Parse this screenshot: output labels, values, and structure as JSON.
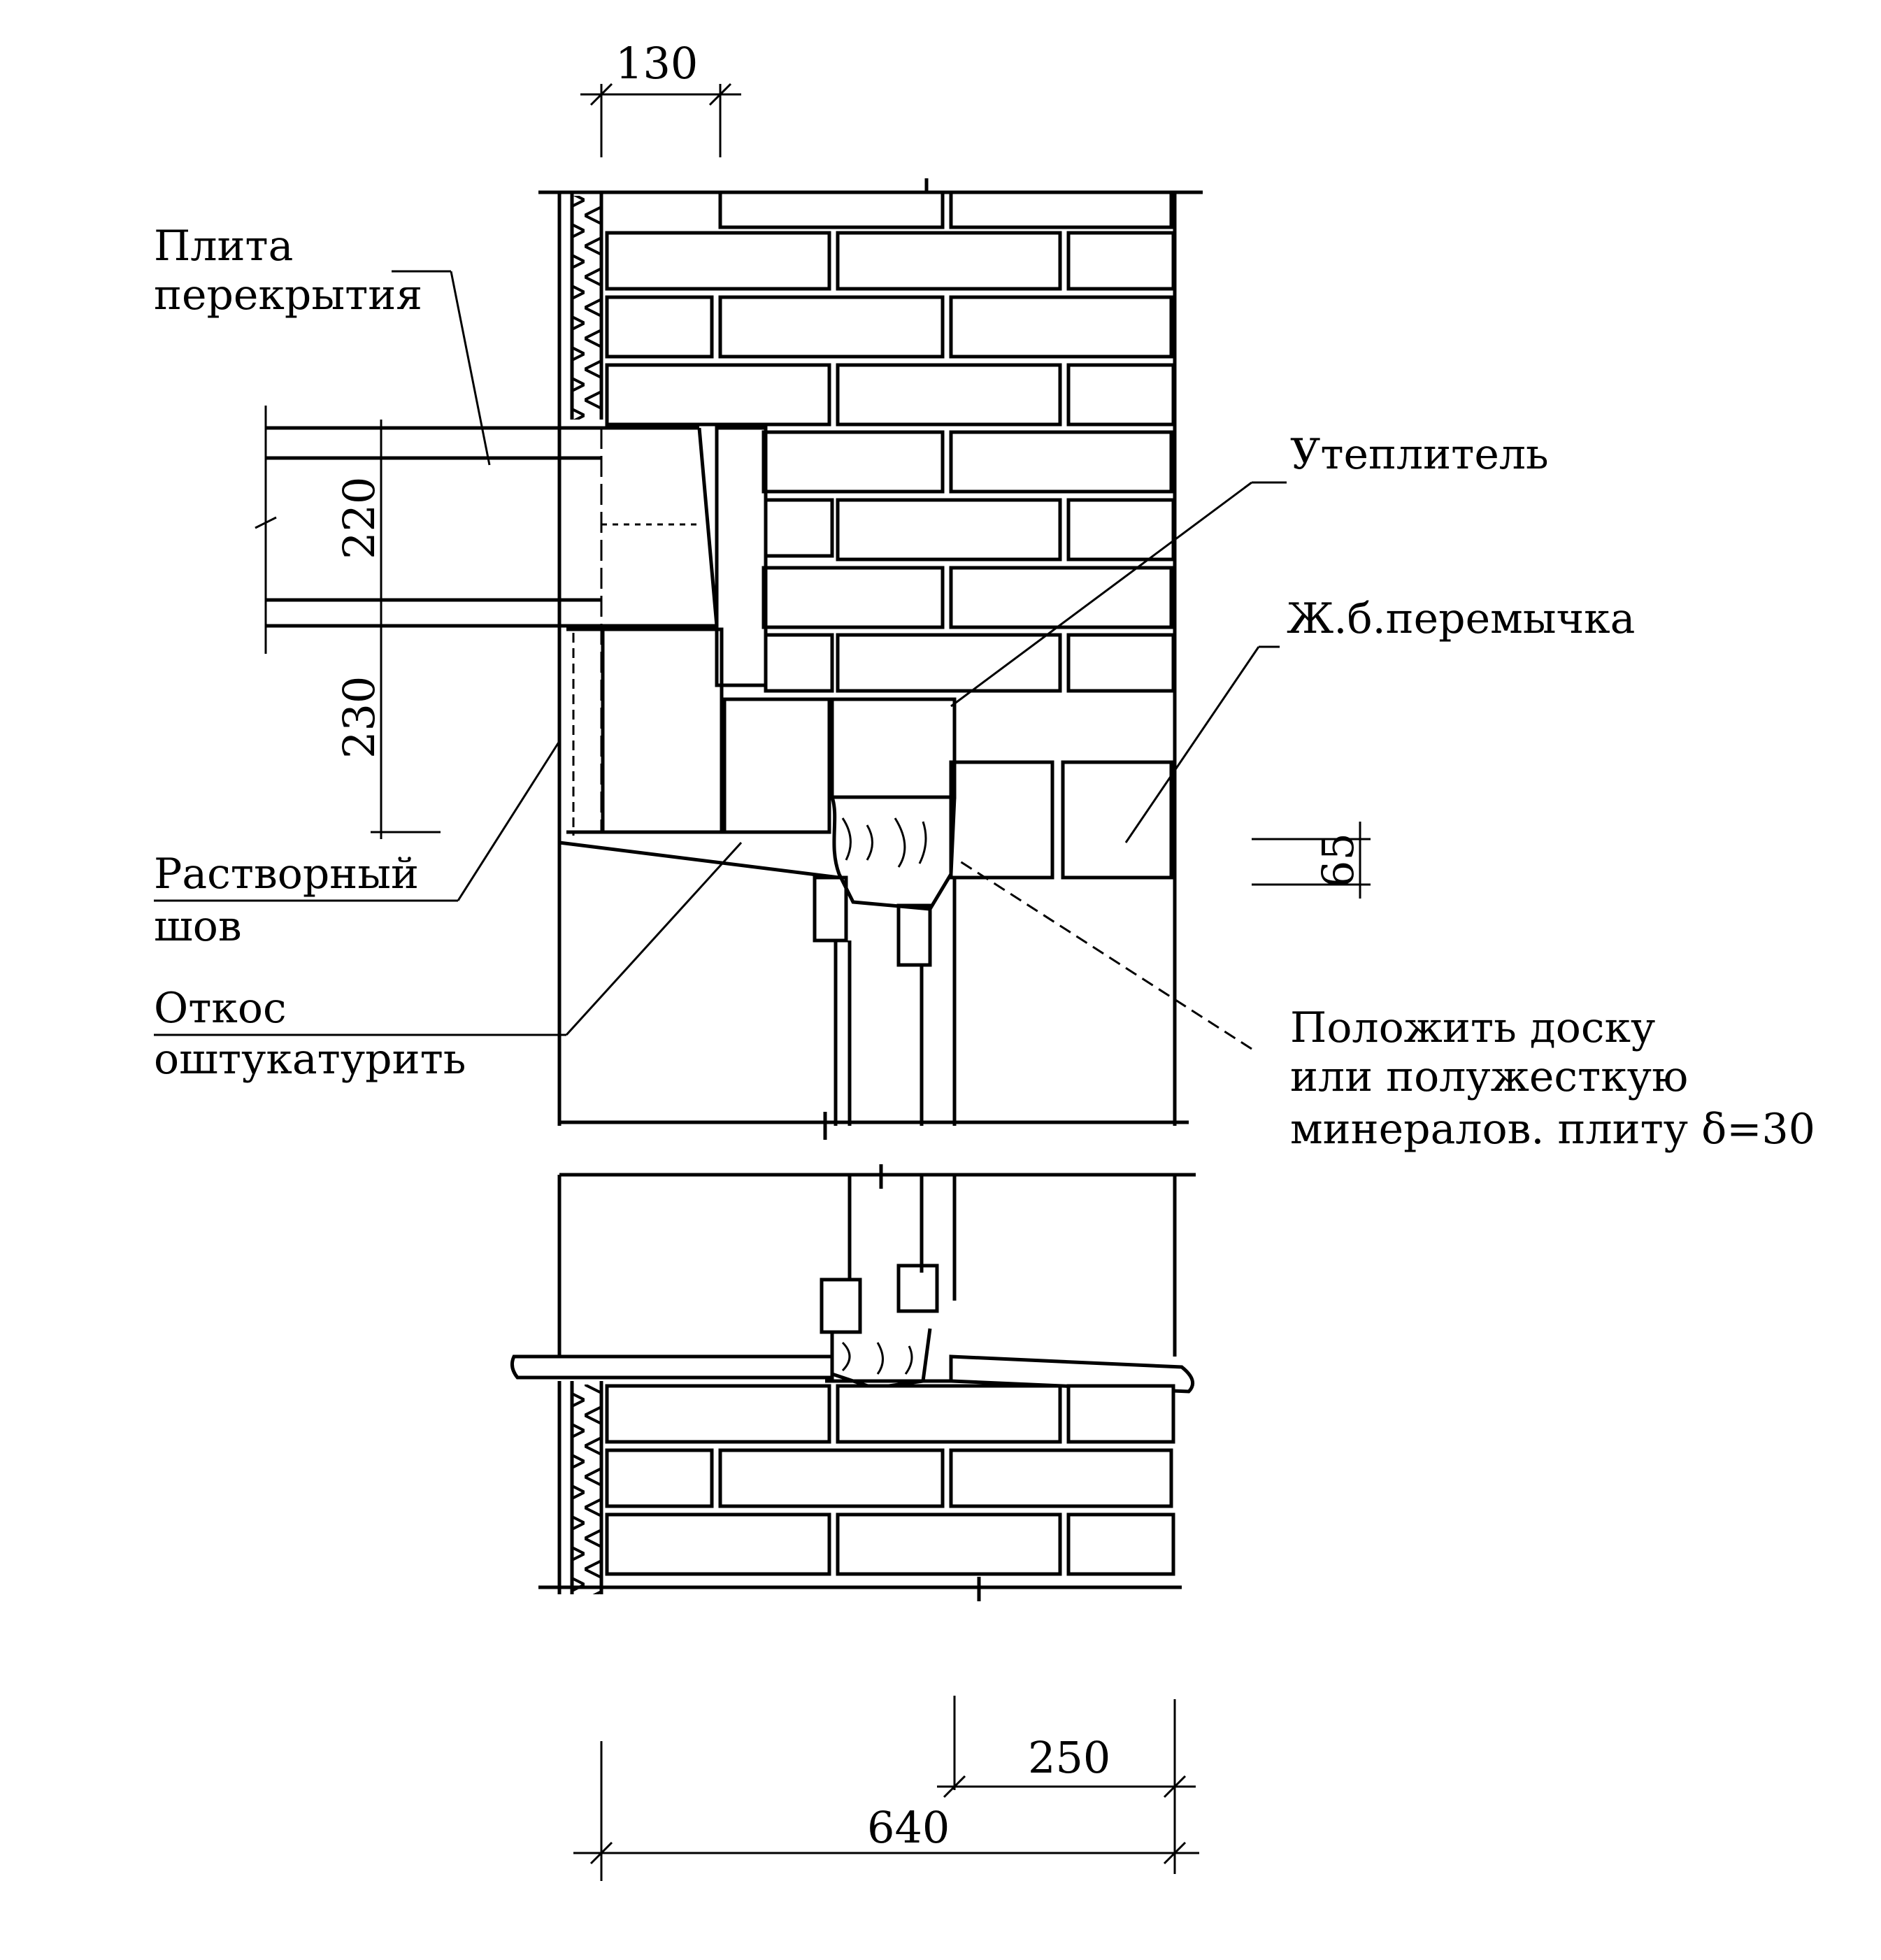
{
  "labels": {
    "slab": [
      "Плита",
      "перекрытия"
    ],
    "insulation": "Утеплитель",
    "lintel": "Ж.б.перемычка",
    "mortar": [
      "Растворный",
      "шов"
    ],
    "reveal": [
      "Откос",
      "оштукатурить"
    ],
    "board": [
      "Положить доску",
      "или полужесткую",
      "минералов. плиту δ=30"
    ]
  },
  "dimensions": {
    "top": "130",
    "slab_thickness": "220",
    "lintel_height": "230",
    "gap": "65",
    "inner_width": "250",
    "total_width": "640"
  }
}
